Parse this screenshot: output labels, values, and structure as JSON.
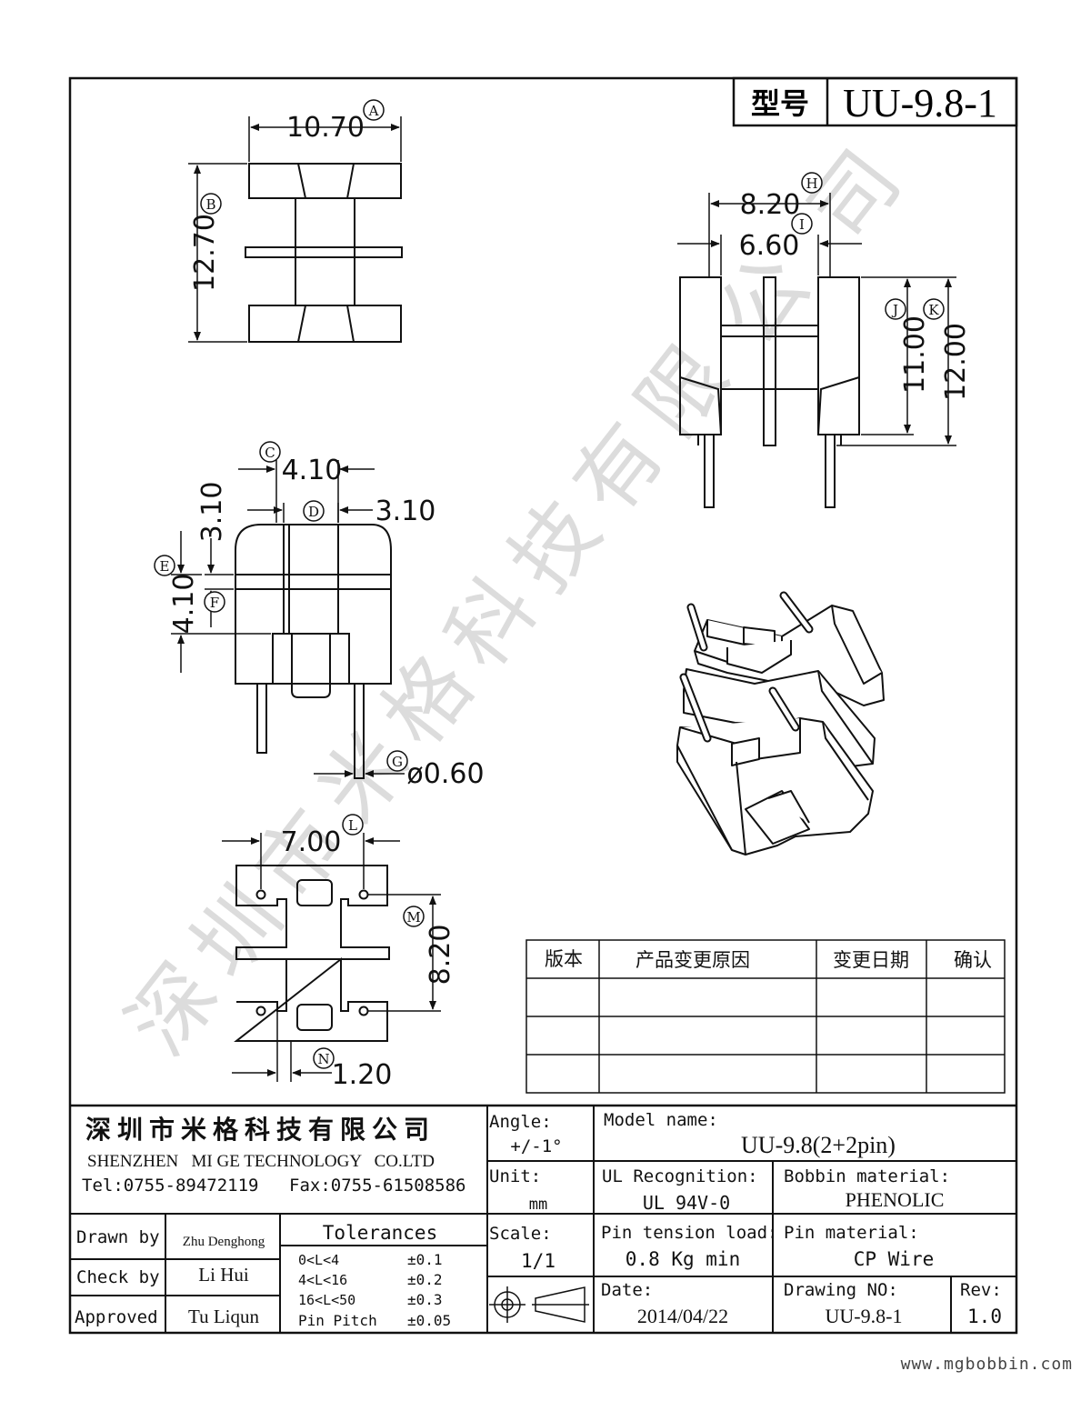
{
  "title_block": {
    "model_label": "型号",
    "model_value": "UU-9.8-1"
  },
  "dims": {
    "A": "10.70",
    "B": "12.70",
    "C": "4.10",
    "D": "3.10",
    "E": "3.10",
    "F": "4.10",
    "G": "ø0.60",
    "H": "8.20",
    "I": "6.60",
    "J": "11.00",
    "K": "12.00",
    "L": "7.00",
    "M": "8.20",
    "N": "1.20"
  },
  "markers": {
    "A": "A",
    "B": "B",
    "C": "C",
    "D": "D",
    "E": "E",
    "F": "F",
    "G": "G",
    "H": "H",
    "I": "I",
    "J": "J",
    "K": "K",
    "L": "L",
    "M": "M",
    "N": "N"
  },
  "watermark": [
    "深",
    "圳",
    "市",
    "米",
    "格",
    "科",
    "技",
    "有",
    "限",
    "公",
    "司"
  ],
  "revision_table": {
    "headers": [
      "版本",
      "产品变更原因",
      "变更日期",
      "确认"
    ],
    "rows": [
      [
        "",
        "",
        "",
        ""
      ],
      [
        "",
        "",
        "",
        ""
      ],
      [
        "",
        "",
        "",
        ""
      ]
    ]
  },
  "company": {
    "name_cn": "深圳市米格科技有限公司",
    "name_en": "SHENZHEN   MI GE TECHNOLOGY   CO.LTD",
    "tel": "Tel:0755-89472119",
    "fax": "Fax:0755-61508586"
  },
  "info": {
    "angle_label": "Angle:",
    "angle_value": "+/-1°",
    "model_name_label": "Model name:",
    "model_name_value": "UU-9.8(2+2pin)",
    "unit_label": "Unit:",
    "unit_value": "mm",
    "ul_label": "UL Recognition:",
    "ul_value": "UL 94V-0",
    "bobbin_label": "Bobbin material:",
    "bobbin_value": "PHENOLIC",
    "scale_label": "Scale:",
    "scale_value": "1/1",
    "pin_tension_label": "Pin tension load:",
    "pin_tension_value": "0.8 Kg min",
    "pin_material_label": "Pin material:",
    "pin_material_value": "CP Wire",
    "date_label": "Date:",
    "date_value": "2014/04/22",
    "drawing_no_label": "Drawing NO:",
    "drawing_no_value": "UU-9.8-1",
    "rev_label": "Rev:",
    "rev_value": "1.0"
  },
  "signoff": {
    "drawn_label": "Drawn by",
    "drawn_value": "Zhu Denghong",
    "check_label": "Check by",
    "check_value": "Li Hui",
    "approved_label": "Approved",
    "approved_value": "Tu Liqun"
  },
  "tolerances": {
    "title": "Tolerances",
    "rows": [
      {
        "range": "0<L<4",
        "value": "±0.1"
      },
      {
        "range": "4<L<16",
        "value": "±0.2"
      },
      {
        "range": "16<L<50",
        "value": "±0.3"
      },
      {
        "range": "Pin Pitch",
        "value": "±0.05"
      }
    ]
  },
  "website": "www.mgbobbin.com"
}
